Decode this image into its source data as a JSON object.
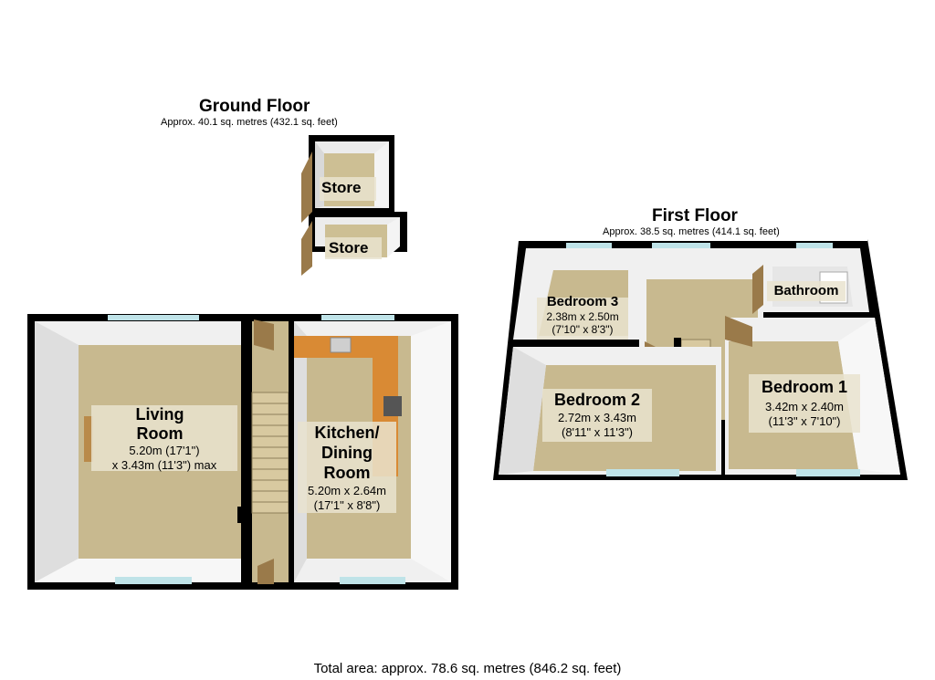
{
  "ground_floor": {
    "title": "Ground Floor",
    "area": "Approx. 40.1 sq. metres (432.1 sq. feet)",
    "rooms": {
      "living_room": {
        "name_line1": "Living",
        "name_line2": "Room",
        "dim_line1": "5.20m (17'1\")",
        "dim_line2": "x 3.43m (11'3\") max"
      },
      "kitchen": {
        "name_line1": "Kitchen/",
        "name_line2": "Dining",
        "name_line3": "Room",
        "dim_line1": "5.20m x 2.64m",
        "dim_line2": "(17'1\" x 8'8\")"
      },
      "store_upper": {
        "name": "Store"
      },
      "store_lower": {
        "name": "Store"
      }
    }
  },
  "first_floor": {
    "title": "First Floor",
    "area": "Approx. 38.5 sq. metres (414.1 sq. feet)",
    "rooms": {
      "bedroom_3": {
        "name": "Bedroom 3",
        "dim_line1": "2.38m x 2.50m",
        "dim_line2": "(7'10\" x 8'3\")"
      },
      "bedroom_2": {
        "name": "Bedroom 2",
        "dim_line1": "2.72m x 3.43m",
        "dim_line2": "(8'11\" x 11'3\")"
      },
      "bedroom_1": {
        "name": "Bedroom 1",
        "dim_line1": "3.42m x 2.40m",
        "dim_line2": "(11'3\" x 7'10\")"
      },
      "bathroom": {
        "name": "Bathroom"
      }
    }
  },
  "total_area": "Total area: approx. 78.6 sq. metres (846.2 sq. feet)",
  "colors": {
    "wall": "#000000",
    "floor": "#c8b98f",
    "wall_face": "#ffffff",
    "wall_shade": "#e4e4e4",
    "kitchen_worktop": "#d98a34",
    "door": "#9a7a4a",
    "window": "#bfe3e8",
    "stair": "#d8c9a0",
    "label_bg": "#e9e3cf"
  }
}
